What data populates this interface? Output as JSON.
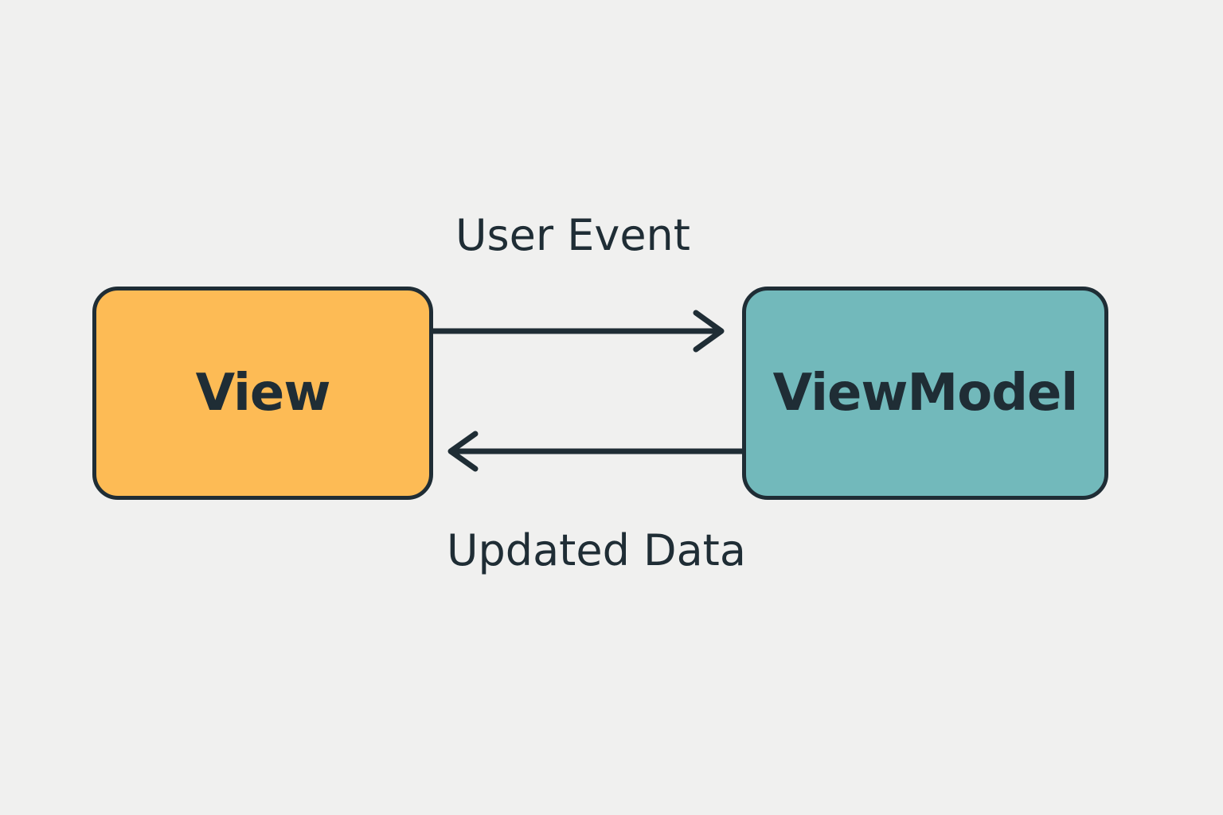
{
  "nodes": {
    "view": {
      "label": "View",
      "color": "#fdbb55"
    },
    "viewmodel": {
      "label": "ViewModel",
      "color": "#72b9bb"
    }
  },
  "edges": {
    "top": {
      "label": "User Event",
      "from": "View",
      "to": "ViewModel"
    },
    "bottom": {
      "label": "Updated Data",
      "from": "ViewModel",
      "to": "View"
    }
  },
  "colors": {
    "background": "#f0f0ef",
    "stroke": "#1f2d35"
  }
}
